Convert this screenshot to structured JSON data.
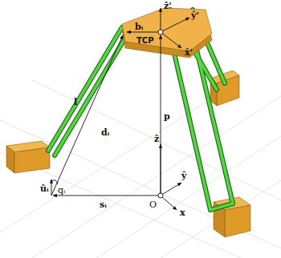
{
  "diagram": {
    "labels": [
      "ẑ'",
      "ŷ'",
      "x̂'",
      "TCP",
      "bᵢ",
      "p",
      "l",
      "dᵢ",
      "qᵢ",
      "ûᵢ",
      "sᵢ",
      "ẑ",
      "ŷ",
      "x",
      "O"
    ]
  }
}
